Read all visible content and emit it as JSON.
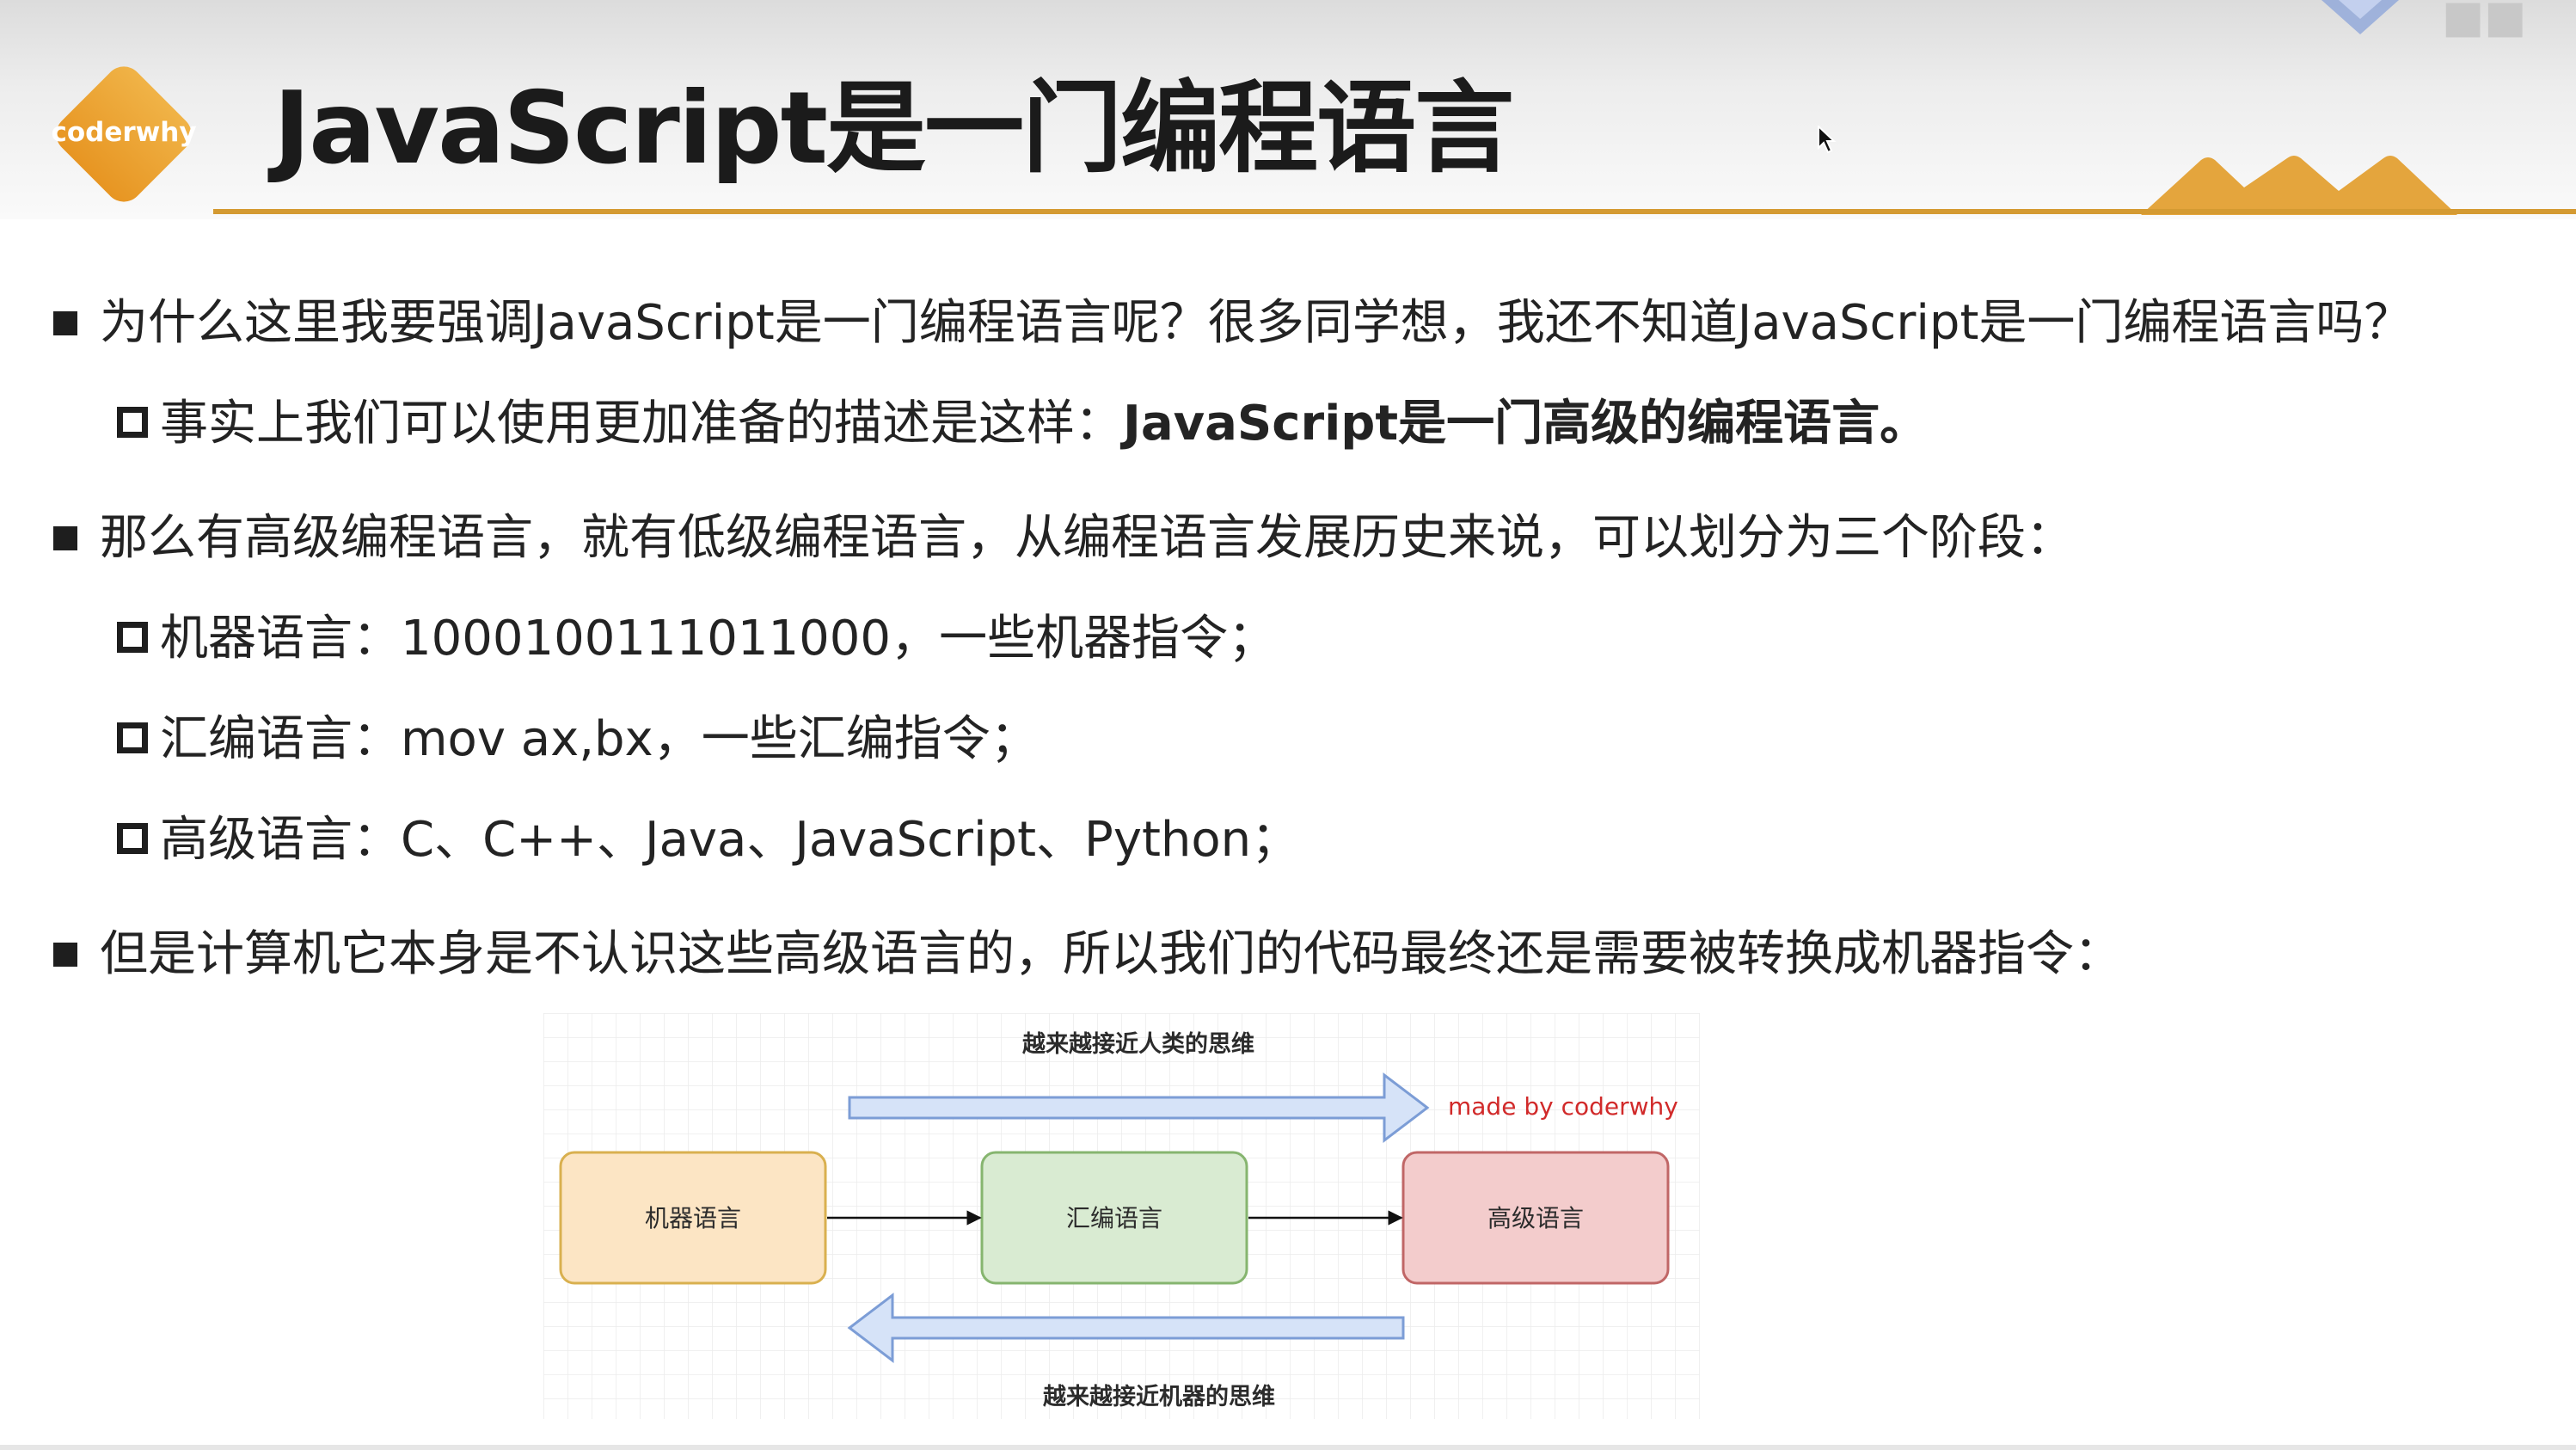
{
  "slide": {
    "logo_text": "coderwhy",
    "title": "JavaScript是一门编程语言",
    "accent_color": "#d49a32",
    "bullets": [
      {
        "level": 1,
        "text": "为什么这里我要强调JavaScript是一门编程语言呢？很多同学想，我还不知道JavaScript是一门编程语言吗？"
      },
      {
        "level": 2,
        "text": "事实上我们可以使用更加准备的描述是这样：",
        "bold_text": "JavaScript是一门高级的编程语言。"
      },
      {
        "level": 1,
        "text": "那么有高级编程语言，就有低级编程语言，从编程语言发展历史来说，可以划分为三个阶段："
      },
      {
        "level": 2,
        "text": "机器语言：1000100111011000，一些机器指令；"
      },
      {
        "level": 2,
        "text": "汇编语言：mov ax,bx，一些汇编指令；"
      },
      {
        "level": 2,
        "text": "高级语言：C、C++、Java、JavaScript、Python；"
      },
      {
        "level": 1,
        "text": "但是计算机它本身是不认识这些高级语言的，所以我们的代码最终还是需要被转换成机器指令："
      }
    ],
    "diagram": {
      "top_caption": "越来越接近人类的思维",
      "bottom_caption": "越来越接近机器的思维",
      "brand": "made by coderwhy",
      "boxes": [
        {
          "label": "机器语言",
          "fill": "#fce5c4",
          "stroke": "#d9b04f"
        },
        {
          "label": "汇编语言",
          "fill": "#d9ebd2",
          "stroke": "#86b56f"
        },
        {
          "label": "高级语言",
          "fill": "#f3cccc",
          "stroke": "#c06666"
        }
      ],
      "arrow_fill": "#d6e3f8",
      "arrow_stroke": "#7c9dd6"
    }
  }
}
